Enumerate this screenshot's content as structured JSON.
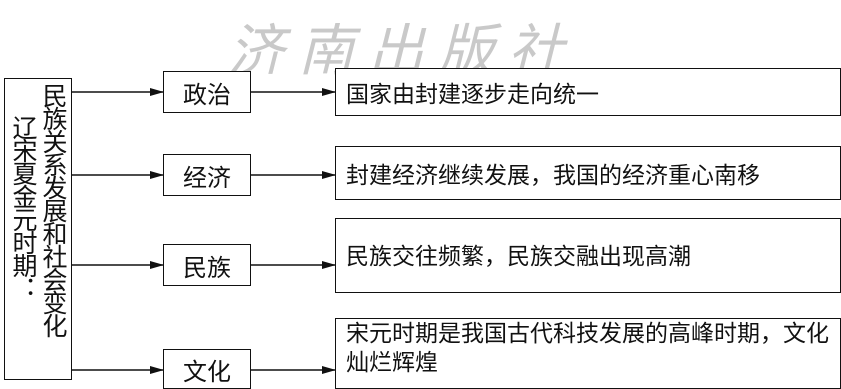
{
  "watermark": "济南出版社",
  "root": {
    "line1": "辽宋夏金元时期：",
    "line2": "民族关系发展和社会变化"
  },
  "rows": [
    {
      "category": "政治",
      "description": "国家由封建逐步走向统一"
    },
    {
      "category": "经济",
      "description": "封建经济继续发展，我国的经济重心南移"
    },
    {
      "category": "民族",
      "description": "民族交往频繁，民族交融出现高潮"
    },
    {
      "category": "文化",
      "description": "宋元时期是我国古代科技发展的高峰时期，文化灿烂辉煌"
    }
  ]
}
